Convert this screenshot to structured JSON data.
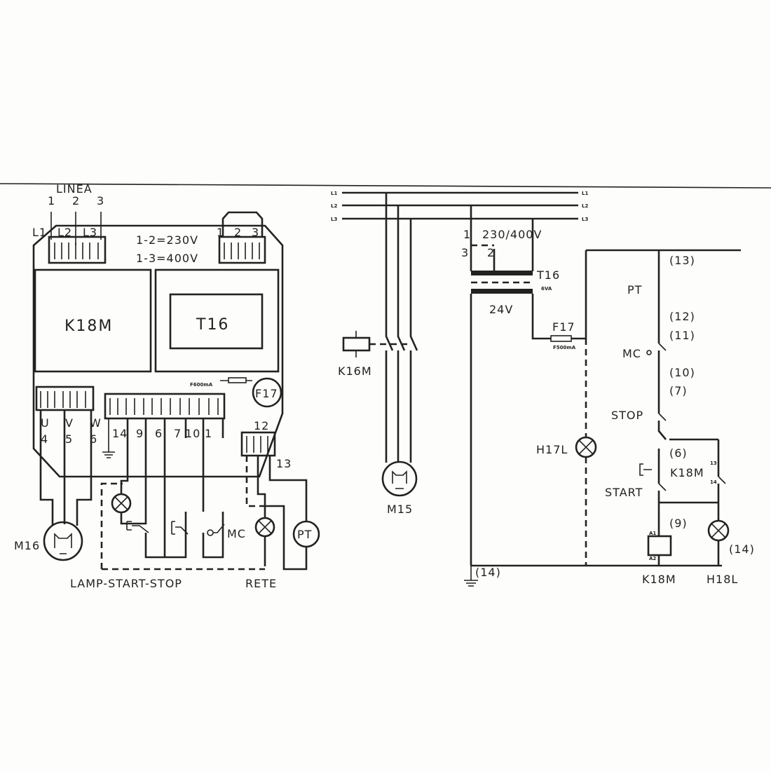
{
  "wiring_board": {
    "linea_label": "LINEA",
    "linea_numbers": [
      "1",
      "2",
      "3"
    ],
    "input_terminals": [
      "L1",
      "L2",
      "L3"
    ],
    "voltage_note_1": "1-2=230V",
    "voltage_note_2": "1-3=400V",
    "transformer_terminals": [
      "1",
      "2",
      "3"
    ],
    "contactor_label": "K18M",
    "transformer_label": "T16",
    "fuse_rating": "F600mA",
    "fuse_label": "F17",
    "motor_terminals": [
      "U",
      "V",
      "W"
    ],
    "motor_terminal_numbers": [
      "4",
      "5",
      "6"
    ],
    "control_terminals": [
      "14",
      "9",
      "6",
      "7",
      "10",
      "1"
    ],
    "rete_terminal_top": "12",
    "rete_terminal_bottom": "13",
    "motor_label": "M16",
    "stop_switch_label": "MC",
    "pressure_label": "PT",
    "group_label_lamp": "LAMP-START-STOP",
    "group_label_rete": "RETE"
  },
  "schematic": {
    "phases_left": [
      "L1",
      "L2",
      "L3"
    ],
    "phases_right": [
      "L1",
      "L2",
      "L3"
    ],
    "primary_voltage": "230/400V",
    "primary_taps": [
      "1",
      "3",
      "2"
    ],
    "transformer_label": "T16",
    "transformer_power": "6VA",
    "secondary_voltage": "24V",
    "fuse_label": "F17",
    "fuse_rating": "F500mA",
    "contactor_coil_label": "K16M",
    "motor_label": "M15",
    "ground_node": "(14)",
    "lamp_h17_label": "H17L",
    "nodes": [
      "(13)",
      "(12)",
      "(11)",
      "(10)",
      "(7)",
      "(6)",
      "(9)",
      "(14)"
    ],
    "pt_label": "PT",
    "mc_label": "MC",
    "stop_label": "STOP",
    "start_label": "START",
    "aux_contact_label": "K18M",
    "aux_contact_pins": [
      "13",
      "14"
    ],
    "coil_pins": [
      "A1",
      "A2"
    ],
    "coil_label": "K18M",
    "lamp_h18_label": "H18L"
  }
}
